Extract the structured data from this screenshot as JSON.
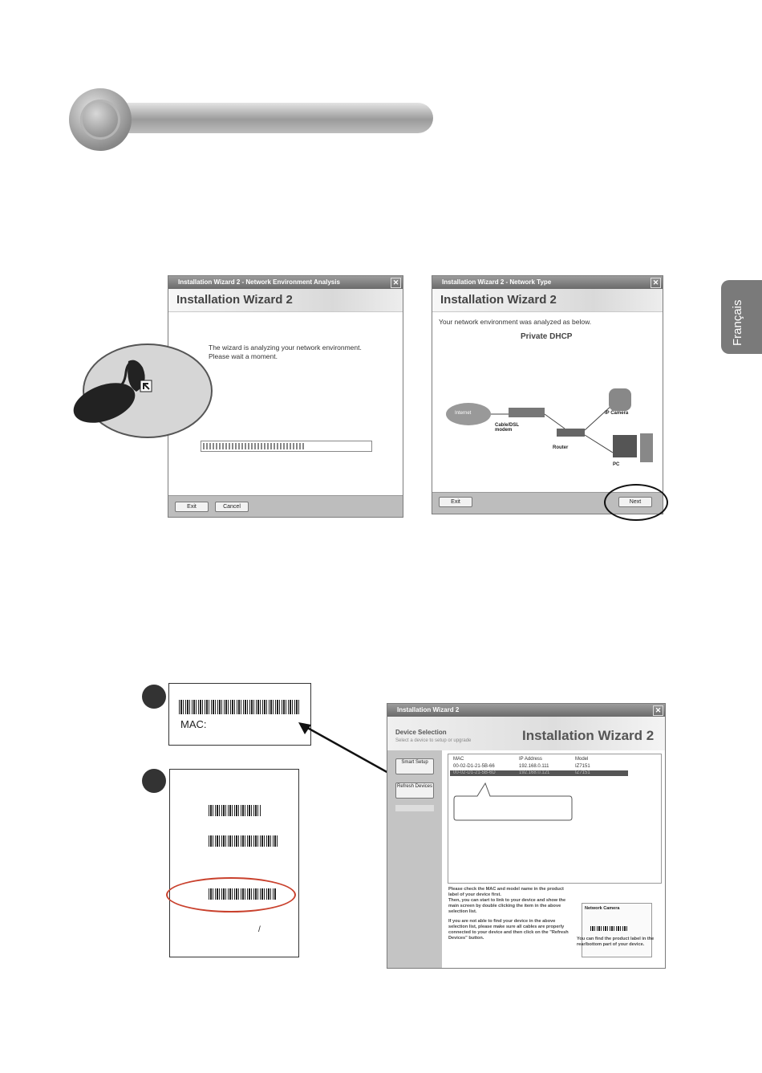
{
  "side_tab": {
    "label": "Français"
  },
  "wizard_analysis": {
    "title_bar": "Installation Wizard 2 - Network Environment Analysis",
    "banner": "Installation Wizard 2",
    "message_line1": "The wizard is analyzing your network environment.",
    "message_line2": "Please wait a moment.",
    "progress": 0.6,
    "exit_label": "Exit",
    "cancel_label": "Cancel"
  },
  "wizard_network_type": {
    "title_bar": "Installation Wizard 2 - Network Type",
    "banner": "Installation Wizard 2",
    "message": "Your network environment was analyzed as below.",
    "type": "Private DHCP",
    "nodes": {
      "internet": "Internet",
      "modem": "Cable/DSL modem",
      "router": "Router",
      "camera": "IP Camera",
      "pc": "PC"
    },
    "exit_label": "Exit",
    "next_label": "Next"
  },
  "mac_label": {
    "text": "MAC:"
  },
  "wizard_device": {
    "title_bar": "Installation Wizard 2",
    "section_title": "Device Selection",
    "section_subtitle": "Select a device to setup or upgrade",
    "banner": "Installation Wizard 2",
    "smart_setup": "Smart Setup",
    "refresh_devices": "Refresh Devices",
    "columns": [
      "MAC",
      "IP Address",
      "Model"
    ],
    "rows": [
      {
        "mac": "00-02-D1-21-5B-66",
        "ip": "192.168.0.111",
        "model": "IZ7151"
      },
      {
        "mac": "00-02-D1-21-5B-6D",
        "ip": "192.168.0.121",
        "model": "IZ7151"
      }
    ],
    "help_text1": "Please check the MAC and model name in the product label of your device first.",
    "help_text2": "Then, you can start to link to your device and show the main screen by double clicking the item in the above selection list.",
    "help_text3": "If you are not able to find your device in the above selection list, please make sure all cables are properly connected to your device and then click on the \"Refresh Devices\" button.",
    "label_caption": "You can find the product label in the rear/bottom part of your device.",
    "product_label_title": "Network Camera"
  }
}
